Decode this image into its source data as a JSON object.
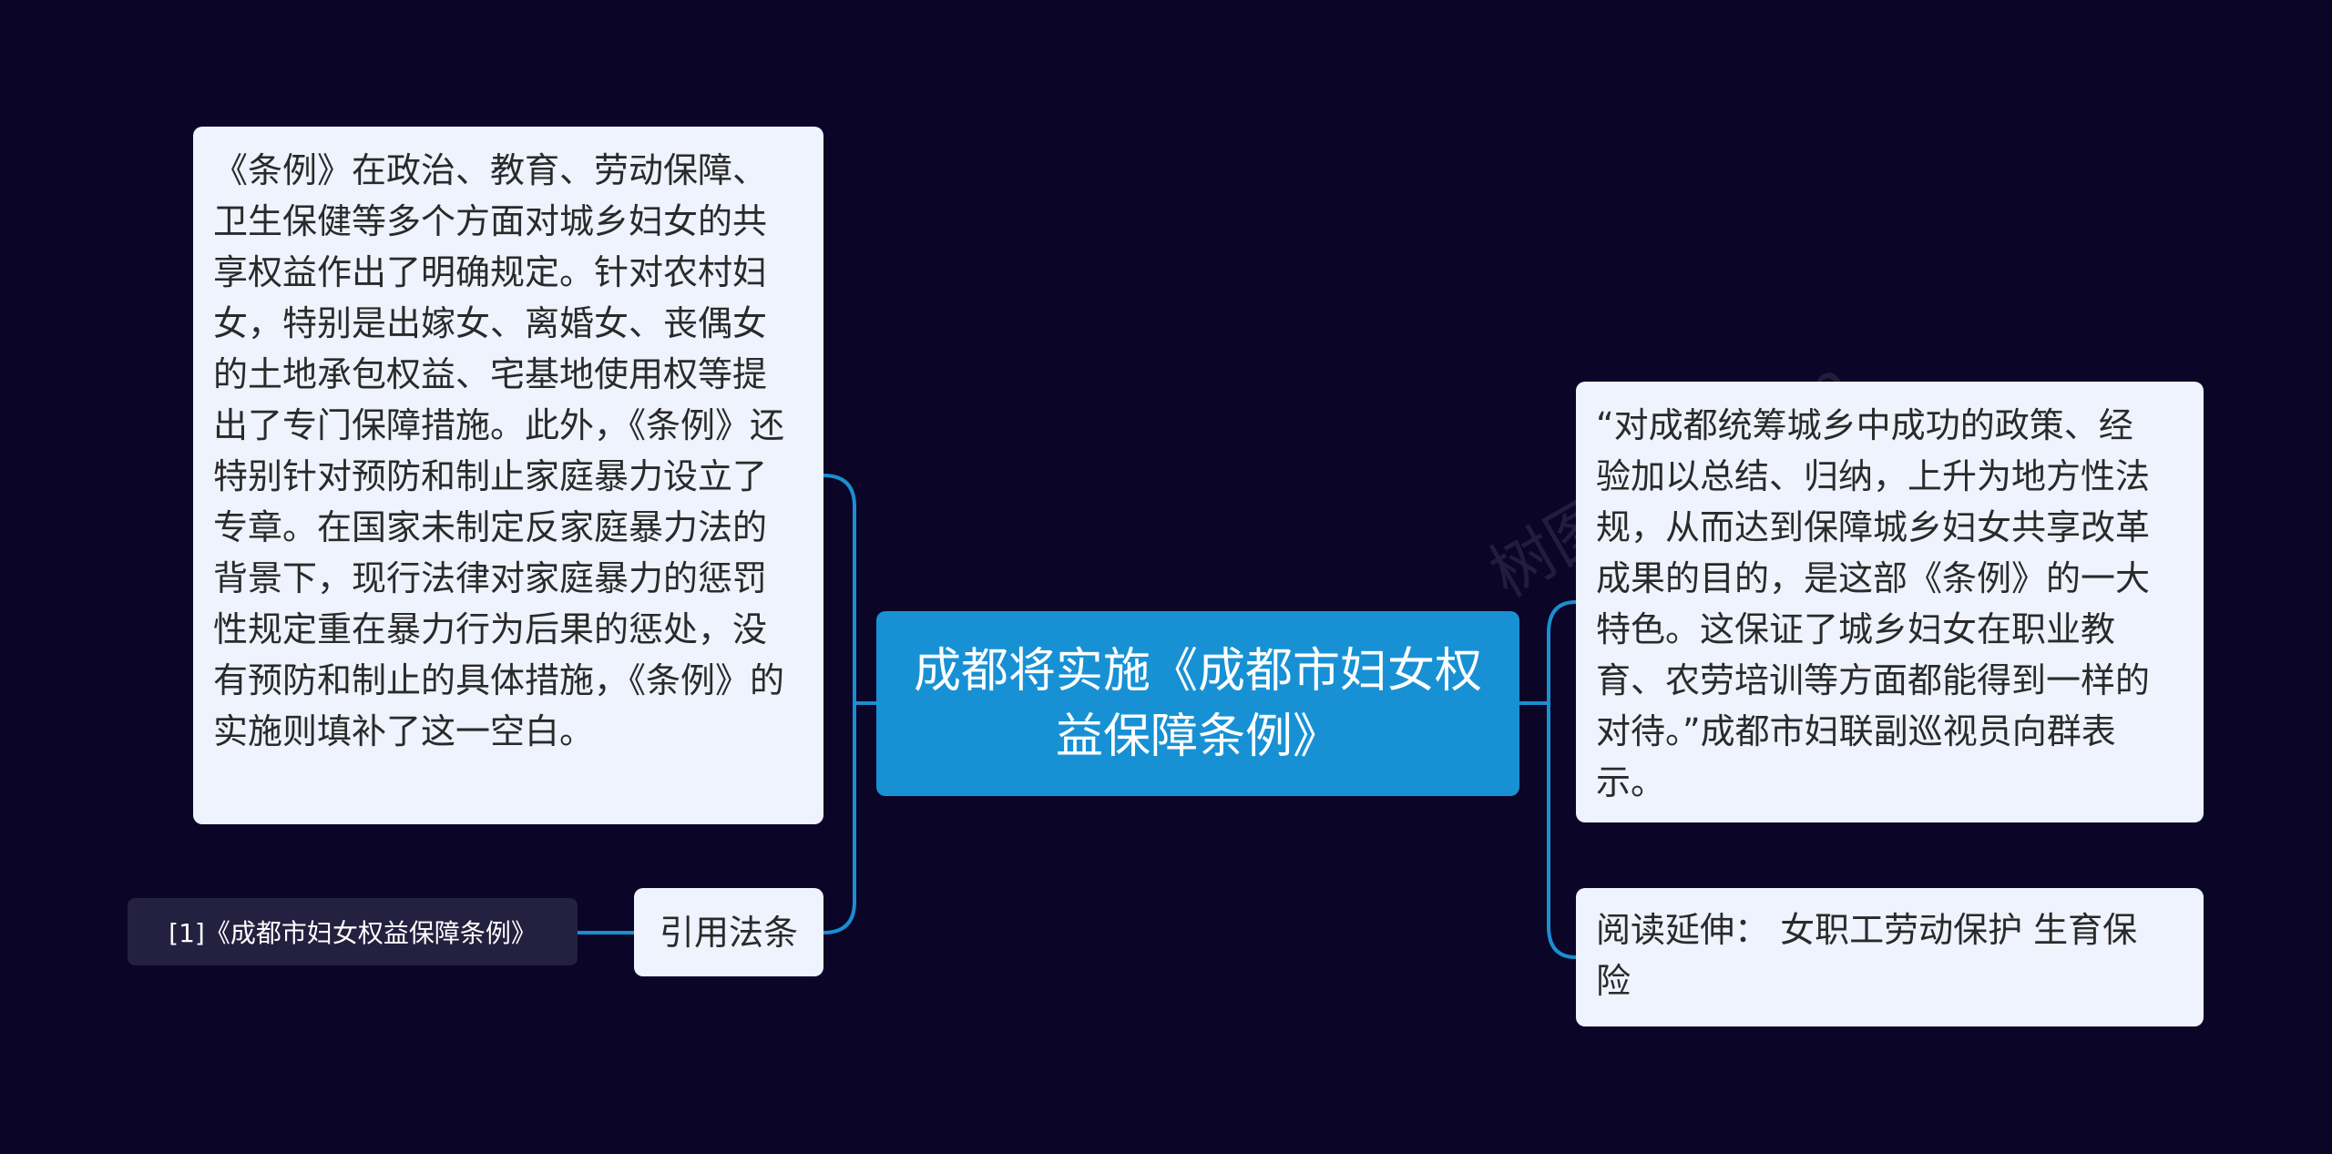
{
  "central_topic": "成都将实施《成都市妇女权益保障条例》",
  "left_detail": "《条例》在政治、教育、劳动保障、卫生保健等多个方面对城乡妇女的共享权益作出了明确规定。针对农村妇女，特别是出嫁女、离婚女、丧偶女的土地承包权益、宅基地使用权等提出了专门保障措施。此外，《条例》还特别针对预防和制止家庭暴力设立了专章。在国家未制定反家庭暴力法的背景下，现行法律对家庭暴力的惩罚性规定重在暴力行为后果的惩处，没有预防和制止的具体措施，《条例》的实施则填补了这一空白。",
  "cite_label": "引用法条",
  "reference": "[1]《成都市妇女权益保障条例》",
  "right_quote": "“对成都统筹城乡中成功的政策、经验加以总结、归纳，上升为地方性法规，从而达到保障城乡妇女共享改革成果的目的，是这部《条例》的一大特色。这保证了城乡妇女在职业教育、农劳培训等方面都能得到一样的对待。”成都市妇联副巡视员向群表示。",
  "right_read": "阅读延伸： 女职工劳动保护 生育保险",
  "watermarks": [
    "树图shutu.cn",
    "树图shutu.cn"
  ],
  "colors": {
    "background": "#0b0528",
    "center_fill": "#1891d4",
    "node_fill": "#eef3fd",
    "connector": "#1a8ed1",
    "ref_chip": "#24203f"
  }
}
